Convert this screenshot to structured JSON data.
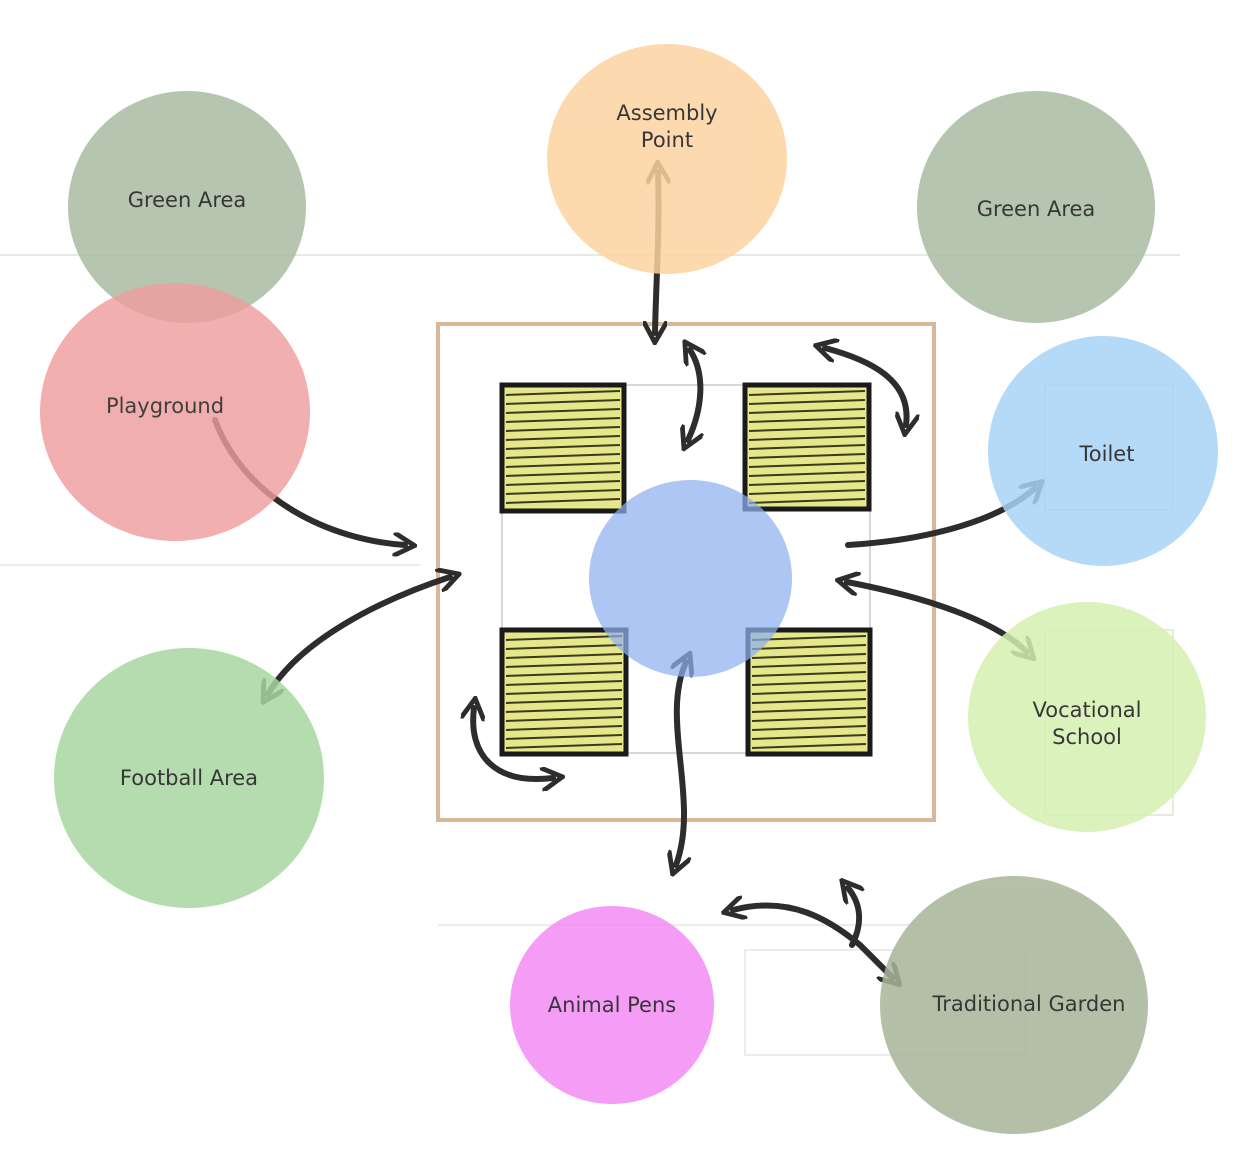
{
  "zones": {
    "green_area_left": {
      "label": "Green Area",
      "color": "#a9bba2"
    },
    "assembly_point": {
      "label": "Assembly\nPoint",
      "color": "#fcd3a0"
    },
    "green_area_right": {
      "label": "Green Area",
      "color": "#a9bba2"
    },
    "playground": {
      "label": "Playground",
      "color": "#ee9d9d"
    },
    "toilet": {
      "label": "Toilet",
      "color": "#a7d4f7"
    },
    "football_area": {
      "label": "Football Area",
      "color": "#a8d6a0"
    },
    "vocational_school": {
      "label": "Vocational\nSchool",
      "color": "#d6f0b2"
    },
    "animal_pens": {
      "label": "Animal Pens",
      "color": "#f48df5"
    },
    "traditional_garden": {
      "label": "Traditional Garden",
      "color": "#a7b598"
    },
    "central_hub": {
      "label": "",
      "color": "#8fb0ef"
    }
  },
  "classroom_block_color": "#e6e68a",
  "arrow_color": "#2d2d2d"
}
